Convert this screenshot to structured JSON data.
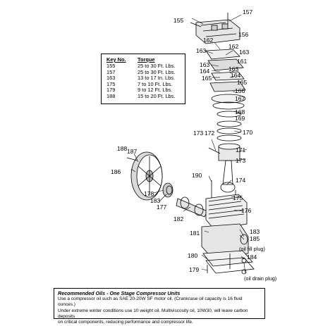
{
  "callouts": {
    "p155": "155",
    "p157": "157",
    "p156": "156",
    "p162a": "162",
    "p162b": "162",
    "p163a": "163",
    "p163b": "163",
    "p161": "161",
    "p163c": "163",
    "p163d": "163",
    "p164a": "164",
    "p164b": "164",
    "p165a": "165",
    "p165b": "165",
    "p166": "166",
    "p167": "167",
    "p168": "168",
    "p169": "169",
    "p170": "170",
    "p173a": "173",
    "p172": "172",
    "p171": "171",
    "p173b": "173",
    "p188": "188",
    "p187": "187",
    "p186": "186",
    "p190": "190",
    "p174": "174",
    "p175": "175",
    "p178": "178",
    "p183a": "183",
    "p177": "177",
    "p182": "182",
    "p176": "176",
    "p181": "181",
    "p183b": "183",
    "p185": "185",
    "p180": "180",
    "p184": "184",
    "p179": "179"
  },
  "notes": {
    "oil_fill": "(oil fill plug)",
    "oil_drain": "(oil drain plug)"
  },
  "torque_table": {
    "header_key": "Key No.",
    "header_torque": "Torque",
    "rows": [
      {
        "key": "155",
        "torque": "25 to 30 Ft. Lbs."
      },
      {
        "key": "157",
        "torque": "25 to 30 Ft. Lbs."
      },
      {
        "key": "163",
        "torque": "13 to 17 In. Lbs."
      },
      {
        "key": "175",
        "torque": "7 to 10 Ft. Lbs."
      },
      {
        "key": "179",
        "torque": "9 to 12 Ft. Lbs."
      },
      {
        "key": "188",
        "torque": "15 to 20 Ft. Lbs."
      }
    ]
  },
  "recommended_oils": {
    "title": "Recommended Oils - One Stage Compressor Units",
    "line1": "Use a compressor oil such as SAE 20-20W SF motor oil. (Crankcase oil capacity is 16 fluid ounces.)",
    "line2": "Under extreme winter conditions use 10 weight oil. Multiviscosity oil, 10W30, will leave carbon deposits",
    "line3": "on critical components, reducing performance and compressor life."
  }
}
